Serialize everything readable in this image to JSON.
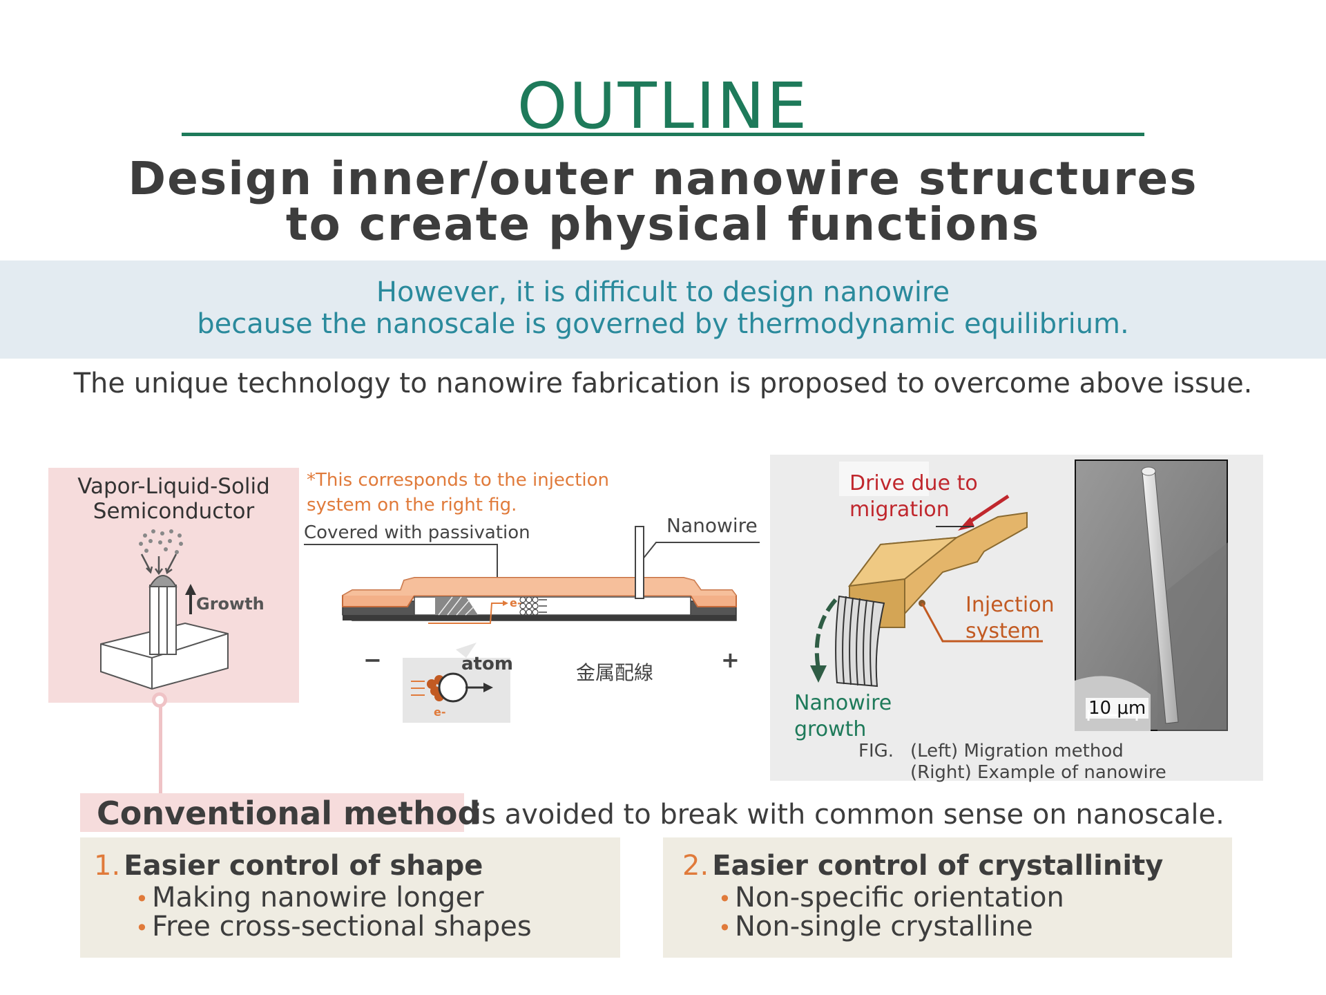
{
  "header": {
    "title": "OUTLINE",
    "subtitle_line1": "Design inner/outer nanowire structures",
    "subtitle_line2": "to create physical functions"
  },
  "issue": {
    "line1": "However, it is difficult to design nanowire",
    "line2": "because the nanoscale is governed by thermodynamic equilibrium."
  },
  "proposal": "The unique technology to nanowire fabrication is proposed to overcome above issue.",
  "vls_panel": {
    "title_line1": "Vapor-Liquid-Solid",
    "title_line2": "Semiconductor",
    "growth_label": "Growth"
  },
  "cross_section": {
    "note_line1": "*This corresponds to the injection",
    "note_line2": "system on the right fig.",
    "passivation_label": "Covered with passivation",
    "nanowire_label": "Nanowire",
    "atom_label": "atom",
    "electron_label": "e-",
    "wiring_label": "金属配線",
    "minus_label": "−",
    "plus_label": "+"
  },
  "figure": {
    "drive_line1": "Drive due to",
    "drive_line2": "migration",
    "injection_line1": "Injection",
    "injection_line2": "system",
    "growth_line1": "Nanowire",
    "growth_line2": "growth",
    "scale_bar": "10 μm",
    "caption_prefix": "FIG.",
    "caption_left": "(Left) Migration method",
    "caption_right": "(Right) Example of nanowire"
  },
  "conventional": {
    "label": "Conventional method",
    "rest": "is avoided to break with common sense on nanoscale."
  },
  "advantages": [
    {
      "number": "1.",
      "title": "Easier control of shape",
      "bullets": [
        "Making nanowire longer",
        "Free cross-sectional shapes"
      ]
    },
    {
      "number": "2.",
      "title": "Easier control of crystallinity",
      "bullets": [
        "Non-specific orientation",
        "Non-single crystalline"
      ]
    }
  ],
  "colors": {
    "accent_green": "#1e7a5a",
    "issue_blue": "#2a8a9c",
    "band_blue": "#e3ebf1",
    "accent_orange": "#e07a3a",
    "drive_red": "#c0272d",
    "panel_pink": "#f6dcdc",
    "card_beige": "#efece2"
  }
}
